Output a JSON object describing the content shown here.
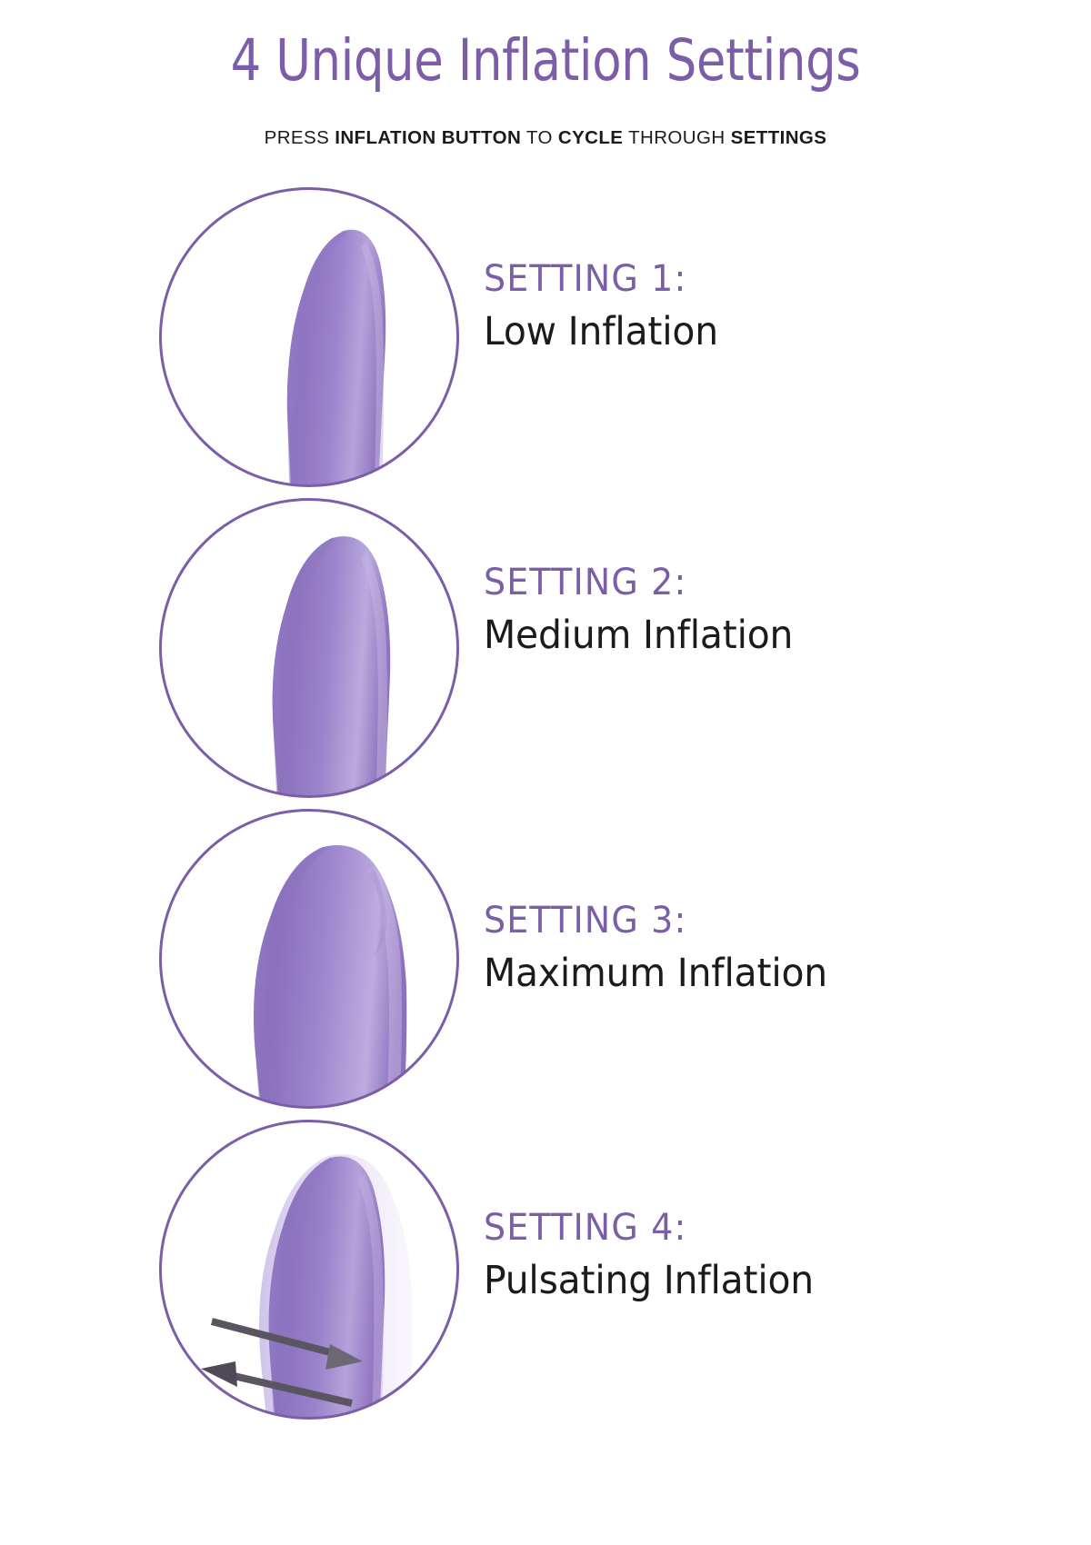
{
  "header": {
    "title": "4 Unique Inflation Settings",
    "subtitle_parts": [
      {
        "text": "PRESS ",
        "bold": false
      },
      {
        "text": "INFLATION BUTTON",
        "bold": true
      },
      {
        "text": " TO ",
        "bold": false
      },
      {
        "text": "CYCLE",
        "bold": true
      },
      {
        "text": " THROUGH ",
        "bold": false
      },
      {
        "text": "SETTINGS",
        "bold": true
      }
    ],
    "subtitle_plain": "PRESS INFLATION BUTTON TO CYCLE THROUGH SETTINGS"
  },
  "colors": {
    "title_purple": "#7B5EA7",
    "ring_purple": "#7B5EA7",
    "label_purple": "#7B5EA7",
    "body_text": "#1b1b1b",
    "product_purple_mid": "#8B6FC0",
    "product_purple_light": "#B9A4D8",
    "product_purple_dark": "#7E62B4",
    "arrow_gray": "#5A5560",
    "background": "#ffffff"
  },
  "settings": [
    {
      "id": 1,
      "label": "SETTING 1:",
      "description": "Low Inflation",
      "inflation_level": "low",
      "arrows": false
    },
    {
      "id": 2,
      "label": "SETTING 2:",
      "description": "Medium Inflation",
      "inflation_level": "medium",
      "arrows": false
    },
    {
      "id": 3,
      "label": "SETTING 3:",
      "description": "Maximum Inflation",
      "inflation_level": "maximum",
      "arrows": false
    },
    {
      "id": 4,
      "label": "SETTING 4:",
      "description": "Pulsating Inflation",
      "inflation_level": "pulsating",
      "arrows": true
    }
  ],
  "icons": {
    "arrow_right": "arrow-right-icon",
    "arrow_left": "arrow-left-icon"
  }
}
